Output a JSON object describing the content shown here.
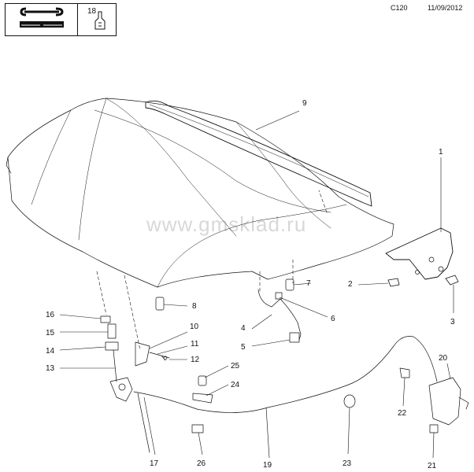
{
  "header": {
    "badge_number": "18",
    "code": "C120",
    "date": "11/09/2012"
  },
  "icons": {
    "manual": "wrench-book-icon",
    "part": "clip-part-icon"
  },
  "watermark": "www.gmsklad.ru",
  "callouts": {
    "c1": "1",
    "c2": "2",
    "c3": "3",
    "c4": "4",
    "c5": "5",
    "c6": "6",
    "c7": "7",
    "c8": "8",
    "c9": "9",
    "c10": "10",
    "c11": "11",
    "c12": "12",
    "c13": "13",
    "c14": "14",
    "c15": "15",
    "c16": "16",
    "c17": "17",
    "c19": "19",
    "c20": "20",
    "c21": "21",
    "c22": "22",
    "c23": "23",
    "c24": "24",
    "c25": "25",
    "c26": "26"
  }
}
